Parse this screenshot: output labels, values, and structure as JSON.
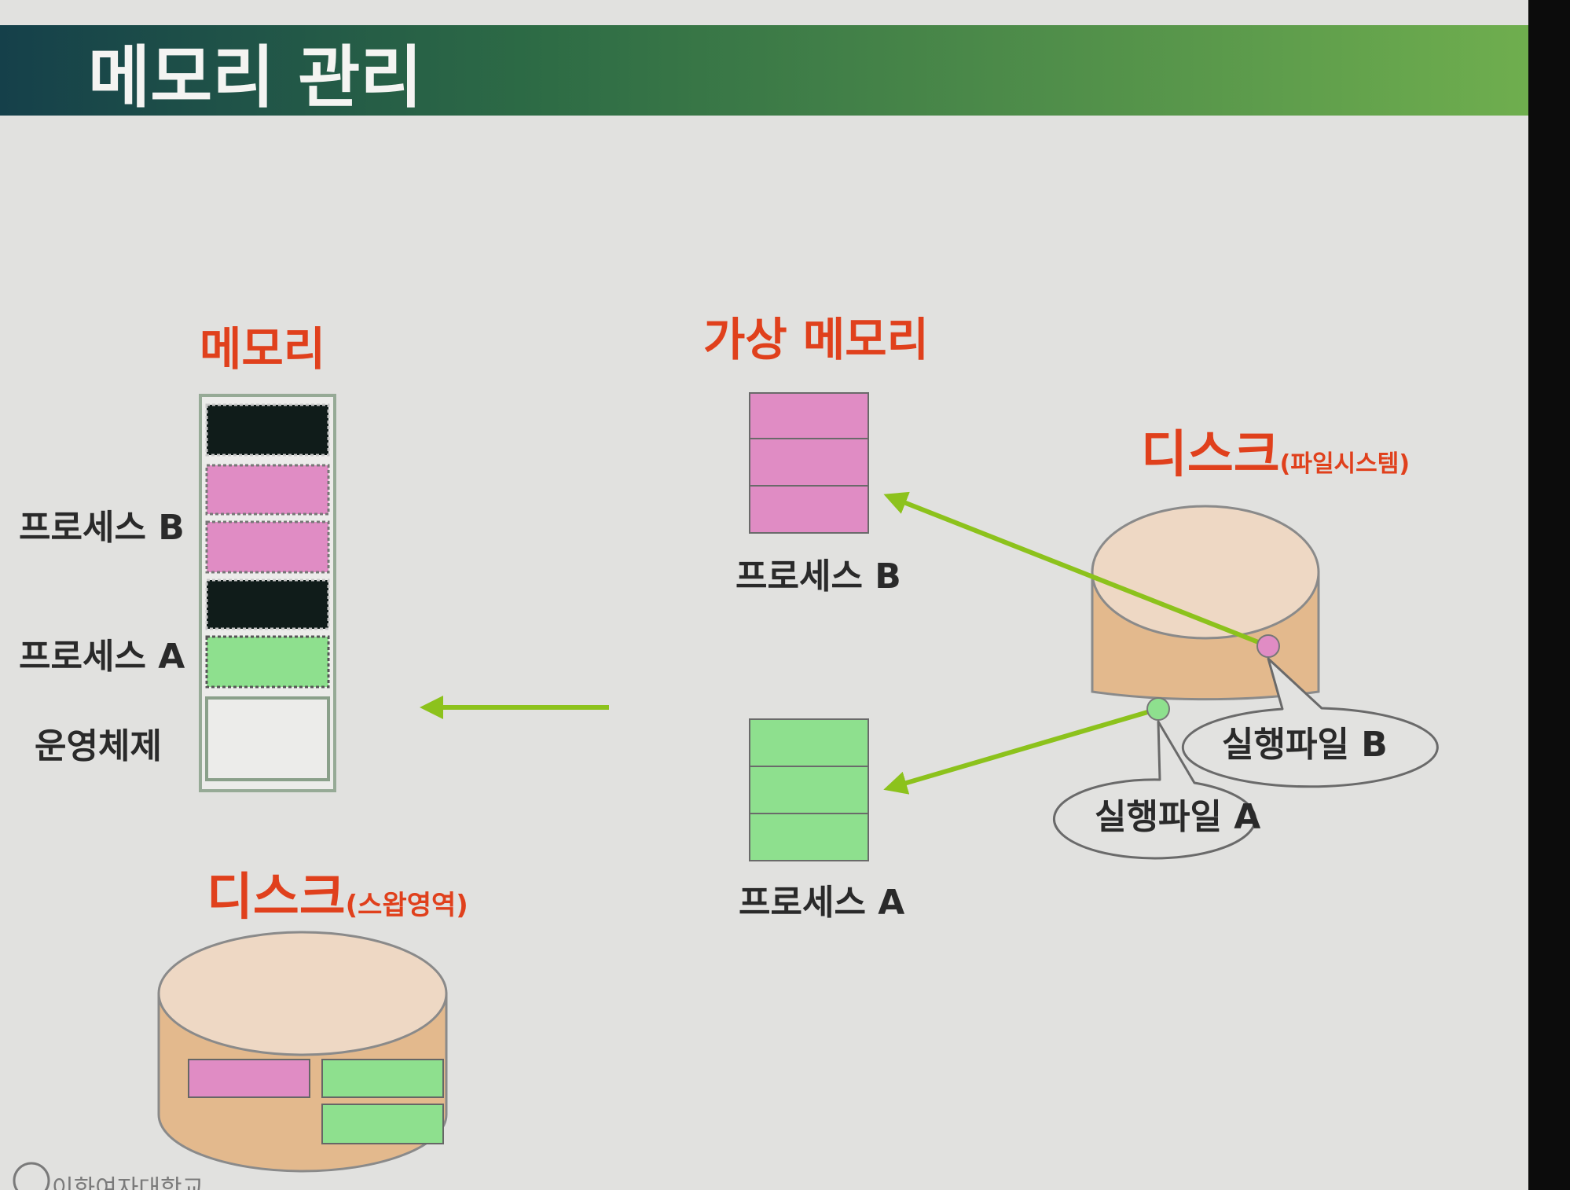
{
  "slide": {
    "title": "메모리 관리"
  },
  "memory": {
    "heading": "메모리",
    "label_process_b": "프로세스 B",
    "label_process_a": "프로세스 A",
    "label_os": "운영체제"
  },
  "swap_disk": {
    "heading_main": "디스크",
    "heading_sub": "(스왑영역)"
  },
  "virtual_memory": {
    "heading": "가상 메모리",
    "label_process_b": "프로세스 B",
    "label_process_a": "프로세스 A"
  },
  "file_disk": {
    "heading_main": "디스크",
    "heading_sub": "(파일시스템)",
    "callout_b": "실행파일 B",
    "callout_a": "실행파일 A"
  },
  "footer": {
    "logo_text": "이화여자대학교"
  },
  "colors": {
    "title_bar_start": "#15404a",
    "title_bar_end": "#6fae4e",
    "heading_red": "#e0401c",
    "process_b_pink": "#e08cc4",
    "process_a_green": "#8ee08e",
    "os_white": "#ececea",
    "swapped_black": "#101c1a",
    "disk_body": "#e3b98d",
    "disk_top": "#eed8c4",
    "arrow_green": "#8cc21c",
    "slide_bg": "#e1e1df"
  }
}
